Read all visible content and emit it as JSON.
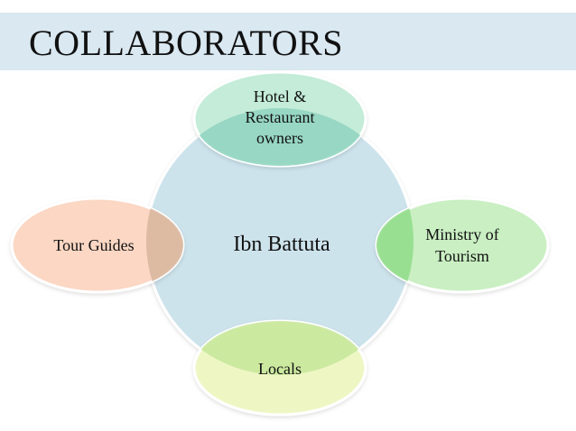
{
  "title": "COLLABORATORS",
  "diagram": {
    "center": {
      "label": "Ibn Battuta",
      "color": "#cde3ec"
    },
    "satellites": [
      {
        "lines": [
          "Hotel &",
          "Restaurant",
          "owners"
        ],
        "color": "#c4ecd8",
        "overlap_color": "#8fd4c0"
      },
      {
        "lines": [
          "Ministry of",
          "Tourism"
        ],
        "color": "#c9efc2",
        "overlap_color": "#8fdc88"
      },
      {
        "lines": [
          "Locals"
        ],
        "color": "#eef7c4",
        "overlap_color": "#c6e69a"
      },
      {
        "lines": [
          "Tour Guides"
        ],
        "color": "#fbd7c4",
        "overlap_color": "#d7b59c"
      }
    ]
  }
}
